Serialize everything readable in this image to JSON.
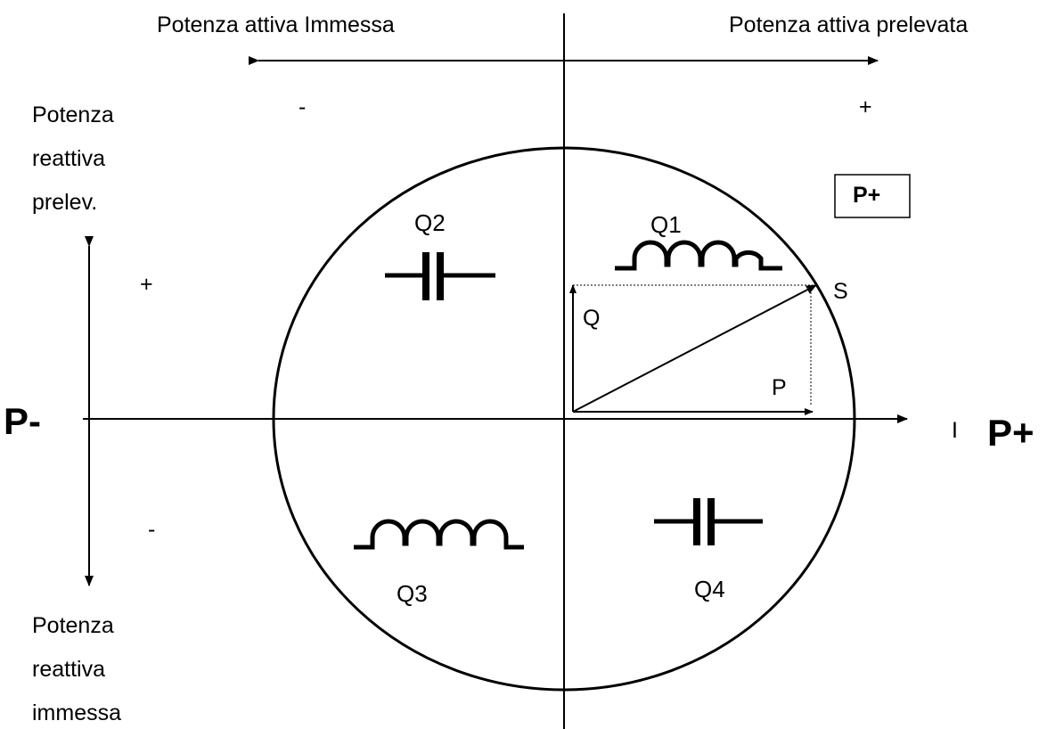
{
  "labels": {
    "active_injected": "Potenza attiva Immessa",
    "active_drawn": "Potenza attiva prelevata",
    "top_minus": "-",
    "top_plus": "+",
    "reactive_drawn": [
      "Potenza",
      "reattiva",
      "prelev."
    ],
    "reactive_injected": [
      "Potenza",
      "reattiva",
      "immessa"
    ],
    "left_plus": "+",
    "left_minus": "-",
    "p_minus": "P-",
    "p_plus": "P+",
    "current": "I",
    "box": "P+",
    "q1": "Q1",
    "q2": "Q2",
    "q3": "Q3",
    "q4": "Q4",
    "vec_s": "S",
    "vec_q": "Q",
    "vec_p": "P"
  },
  "quadrants": [
    {
      "name": "Q1",
      "component": "inductor-icon"
    },
    {
      "name": "Q2",
      "component": "capacitor-icon"
    },
    {
      "name": "Q3",
      "component": "inductor-icon"
    },
    {
      "name": "Q4",
      "component": "capacitor-icon"
    }
  ]
}
